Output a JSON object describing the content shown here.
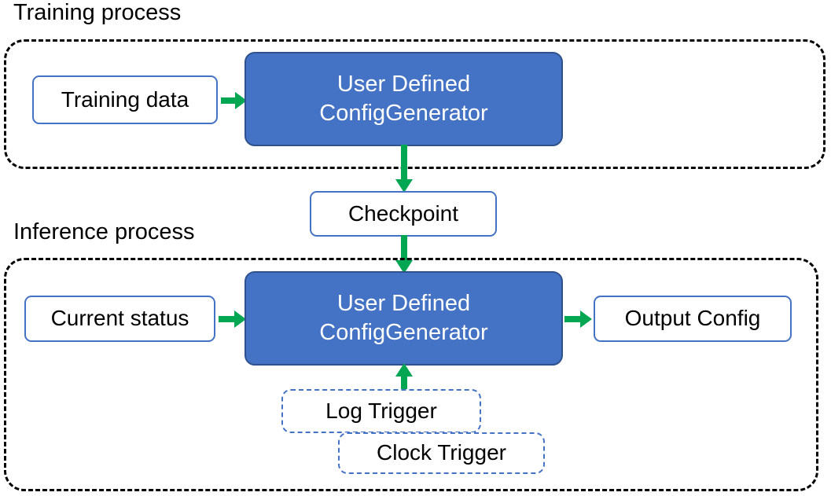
{
  "diagram": {
    "title_training": "Training process",
    "title_inference": "Inference process",
    "colors": {
      "arrow_green": "#00A651",
      "node_blue_fill": "#4472C4",
      "node_blue_border": "#2F528F",
      "node_outline_blue": "#4472C4",
      "group_border": "#000000",
      "background": "#FFFFFF",
      "text_dark": "#000000",
      "text_light": "#FFFFFF"
    },
    "groups": [
      {
        "name": "training-process",
        "label": "Training process"
      },
      {
        "name": "inference-process",
        "label": "Inference process"
      }
    ],
    "nodes": {
      "training_data": "Training data",
      "training_generator_line1": "User Defined",
      "training_generator_line2": "ConfigGenerator",
      "checkpoint": "Checkpoint",
      "current_status": "Current status",
      "inference_generator_line1": "User Defined",
      "inference_generator_line2": "ConfigGenerator",
      "output_config": "Output Config",
      "log_trigger": "Log Trigger",
      "clock_trigger": "Clock Trigger"
    },
    "arrows": [
      {
        "name": "training-data-to-generator",
        "direction": "right"
      },
      {
        "name": "training-generator-to-checkpoint",
        "direction": "down"
      },
      {
        "name": "checkpoint-to-inference-generator",
        "direction": "down"
      },
      {
        "name": "current-status-to-generator",
        "direction": "right"
      },
      {
        "name": "generator-to-output-config",
        "direction": "right"
      },
      {
        "name": "triggers-to-generator",
        "direction": "up"
      }
    ]
  }
}
